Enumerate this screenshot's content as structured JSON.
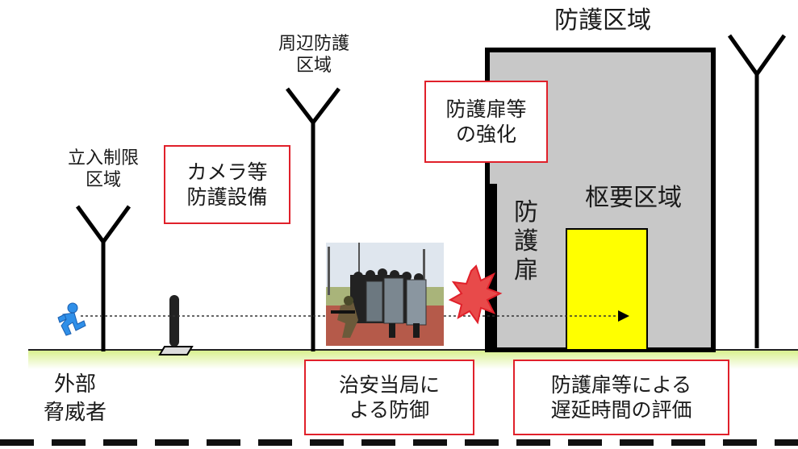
{
  "labels": {
    "protected_area": "防護区域",
    "perimeter_area": "周辺防護\n区域",
    "restricted_area": "立入制限\n区域",
    "vital_area": "枢要区域",
    "protective_door": "防\n護\n扉",
    "external_threat": "外部\n脅威者"
  },
  "boxes": {
    "camera_equipment": "カメラ等\n防護設備",
    "door_reinforcement": "防護扉等\nの強化",
    "security_authority": "治安当局に\nよる防御",
    "delay_evaluation": "防護扉等による\n遅延時間の評価"
  },
  "colors": {
    "accent_red": "#e0202a",
    "building_gray": "#c8c8c8",
    "vital_yellow": "#ffff00",
    "ground_green": "#c8e878",
    "intruder_blue": "#2f8fe8"
  },
  "icons": {
    "intruder": "running-person-icon",
    "sensor": "bollard-sensor-icon",
    "breach": "explosion-icon"
  }
}
